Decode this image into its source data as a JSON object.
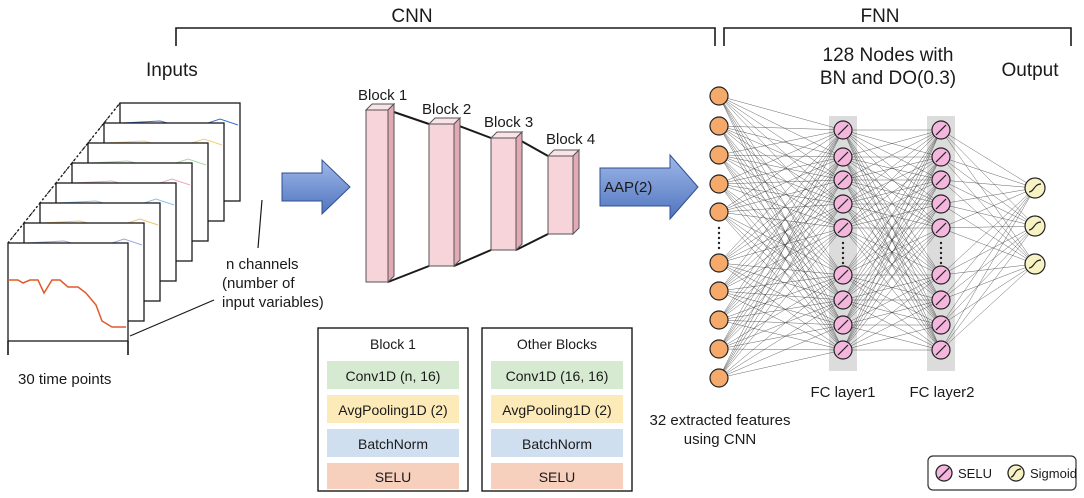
{
  "sections": {
    "cnn": "CNN",
    "fnn": "FNN"
  },
  "inputs": {
    "title": "Inputs",
    "channels_label": [
      "n channels",
      "(number of",
      "input variables)"
    ],
    "time_points_label": "30 time points"
  },
  "cnn_blocks": [
    "Block 1",
    "Block 2",
    "Block 3",
    "Block 4"
  ],
  "aap_label": "AAP(2)",
  "block_details": [
    {
      "title": "Block 1",
      "layers": [
        "Conv1D (n, 16)",
        "AvgPooling1D (2)",
        "BatchNorm",
        "SELU"
      ]
    },
    {
      "title": "Other Blocks",
      "layers": [
        "Conv1D (16, 16)",
        "AvgPooling1D (2)",
        "BatchNorm",
        "SELU"
      ]
    }
  ],
  "features_label": [
    "32 extracted features",
    "using CNN"
  ],
  "fnn": {
    "hidden_title": [
      "128 Nodes with",
      "BN and DO(0.3)"
    ],
    "output_title": "Output",
    "fc1_label": "FC layer1",
    "fc2_label": "FC layer2"
  },
  "legend": {
    "selu": "SELU",
    "sigmoid": "Sigmoid"
  },
  "colors": {
    "input_node": "#f5a96b",
    "hidden_node": "#f4b6dd",
    "output_node": "#f7f2c3",
    "arrow": "#6b8fd0",
    "block": "#f7d3da",
    "conv": "#d5ead0",
    "pool": "#fcebb8",
    "bn": "#cfdff0",
    "selu": "#f6d0bd"
  }
}
